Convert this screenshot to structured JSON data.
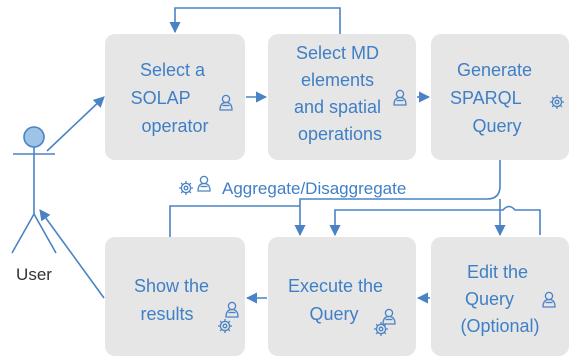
{
  "diagram": {
    "actor": {
      "label": "User",
      "icon": "user-actor-icon"
    },
    "nodes": {
      "select_operator": {
        "lines": [
          "Select a",
          "SOLAP",
          "operator"
        ],
        "icons": [
          "user-icon"
        ]
      },
      "select_md": {
        "lines": [
          "Select MD",
          "elements",
          "and spatial",
          "operations"
        ],
        "icons": [
          "user-icon"
        ]
      },
      "generate_sparql": {
        "lines": [
          "Generate",
          "SPARQL",
          "Query"
        ],
        "icons": [
          "gear-icon"
        ]
      },
      "edit_query": {
        "lines": [
          "Edit  the",
          "Query",
          "(Optional)"
        ],
        "icons": [
          "user-icon"
        ]
      },
      "execute_query": {
        "lines": [
          "Execute the",
          "Query"
        ],
        "icons": [
          "user-icon",
          "gear-icon"
        ]
      },
      "show_results": {
        "lines": [
          "Show the",
          "results"
        ],
        "icons": [
          "user-icon",
          "gear-icon"
        ]
      }
    },
    "feedback": {
      "label": "Aggregate/Disaggregate",
      "icons": [
        "gear-icon",
        "user-icon"
      ]
    }
  },
  "colors": {
    "box_fill": "#e6e6e6",
    "text": "#3f7fc6",
    "line": "#4a83c5",
    "actor_fill": "#9dc3e6"
  }
}
